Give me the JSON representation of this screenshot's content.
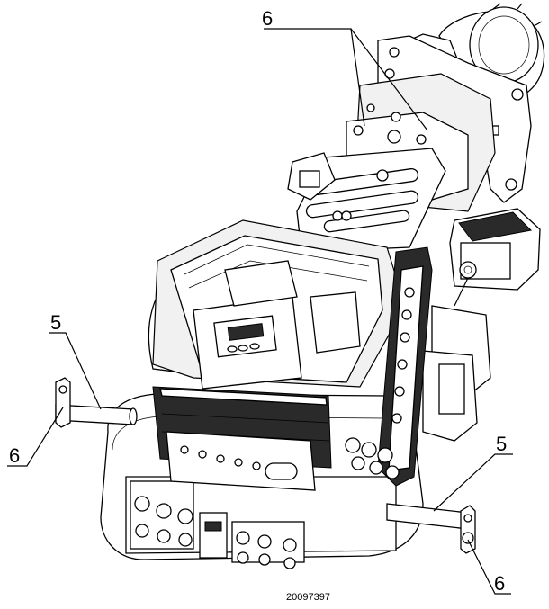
{
  "labels": {
    "top_six": "6",
    "left_five": "5",
    "left_six": "6",
    "right_five": "5",
    "right_six": "6"
  },
  "drawing_code": "20097397"
}
